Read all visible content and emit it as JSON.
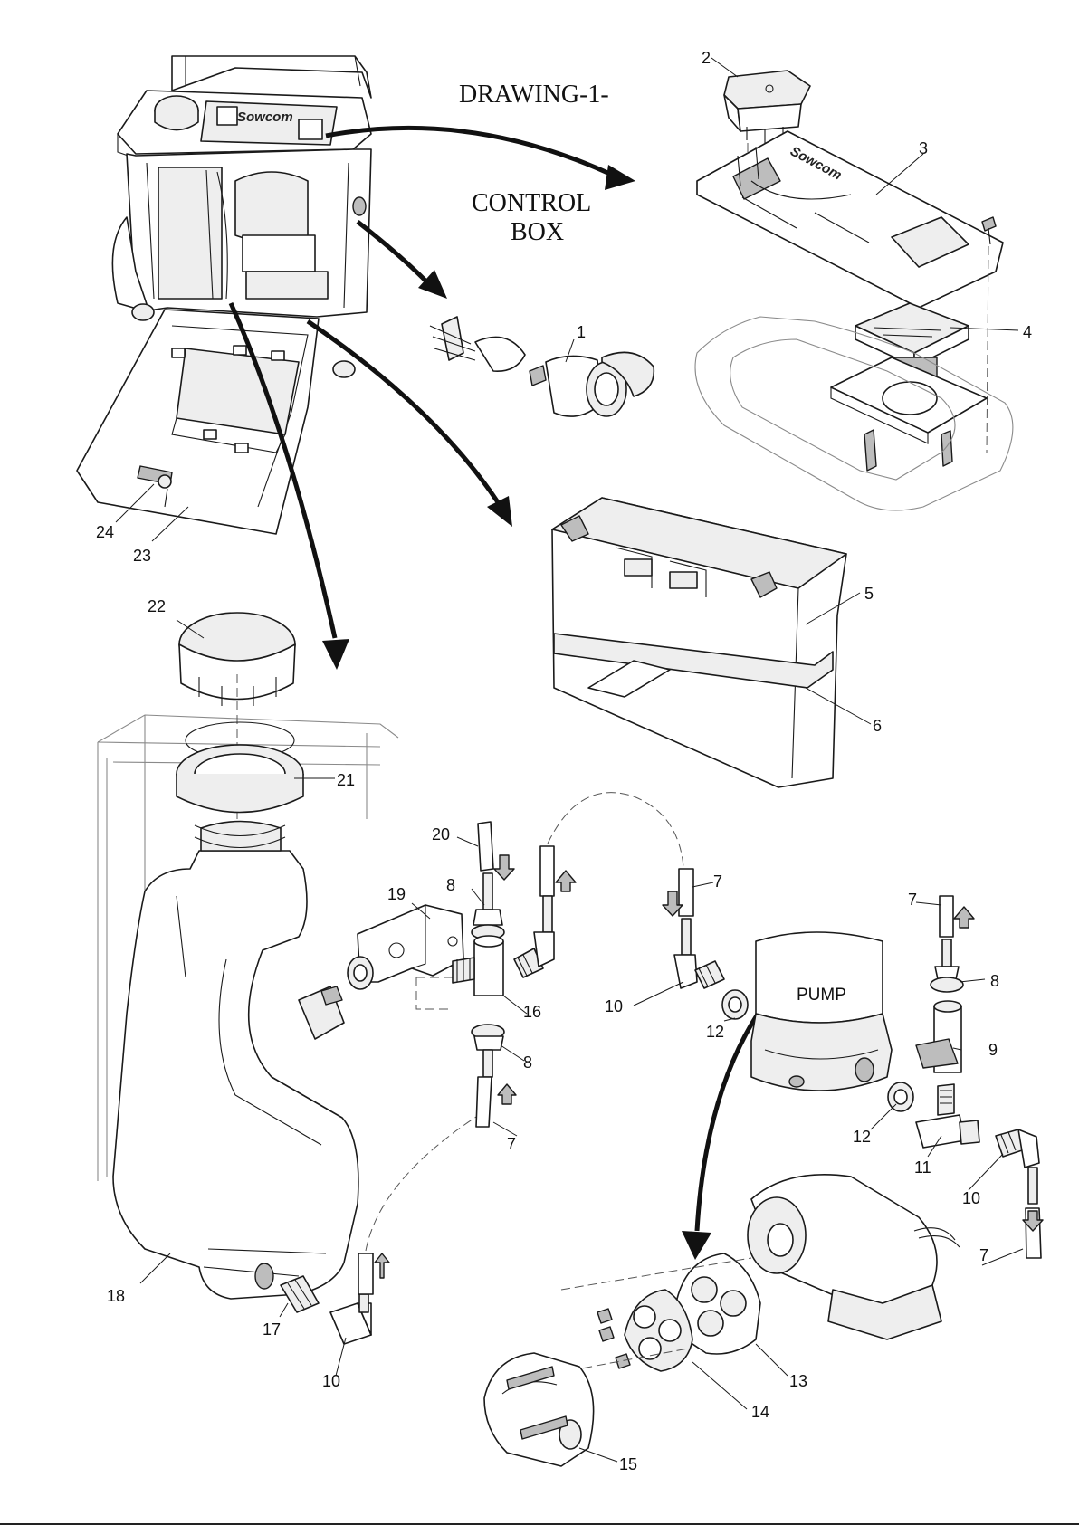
{
  "drawing": {
    "title": "DRAWING-1-",
    "control_box_line1": "CONTROL",
    "control_box_line2": "BOX",
    "pump_label": "PUMP",
    "brand": "Sowcom"
  },
  "callouts": [
    {
      "id": "c1",
      "label": "1"
    },
    {
      "id": "c2",
      "label": "2"
    },
    {
      "id": "c3",
      "label": "3"
    },
    {
      "id": "c4",
      "label": "4"
    },
    {
      "id": "c5",
      "label": "5"
    },
    {
      "id": "c6",
      "label": "6"
    },
    {
      "id": "c7a",
      "label": "7"
    },
    {
      "id": "c7b",
      "label": "7"
    },
    {
      "id": "c7c",
      "label": "7"
    },
    {
      "id": "c7d",
      "label": "7"
    },
    {
      "id": "c8a",
      "label": "8"
    },
    {
      "id": "c8b",
      "label": "8"
    },
    {
      "id": "c8c",
      "label": "8"
    },
    {
      "id": "c9",
      "label": "9"
    },
    {
      "id": "c10a",
      "label": "10"
    },
    {
      "id": "c10b",
      "label": "10"
    },
    {
      "id": "c10c",
      "label": "10"
    },
    {
      "id": "c11",
      "label": "11"
    },
    {
      "id": "c12a",
      "label": "12"
    },
    {
      "id": "c12b",
      "label": "12"
    },
    {
      "id": "c13",
      "label": "13"
    },
    {
      "id": "c14",
      "label": "14"
    },
    {
      "id": "c15",
      "label": "15"
    },
    {
      "id": "c16",
      "label": "16"
    },
    {
      "id": "c17",
      "label": "17"
    },
    {
      "id": "c18",
      "label": "18"
    },
    {
      "id": "c19",
      "label": "19"
    },
    {
      "id": "c20",
      "label": "20"
    },
    {
      "id": "c21",
      "label": "21"
    },
    {
      "id": "c22",
      "label": "22"
    },
    {
      "id": "c23",
      "label": "23"
    },
    {
      "id": "c24",
      "label": "24"
    }
  ]
}
